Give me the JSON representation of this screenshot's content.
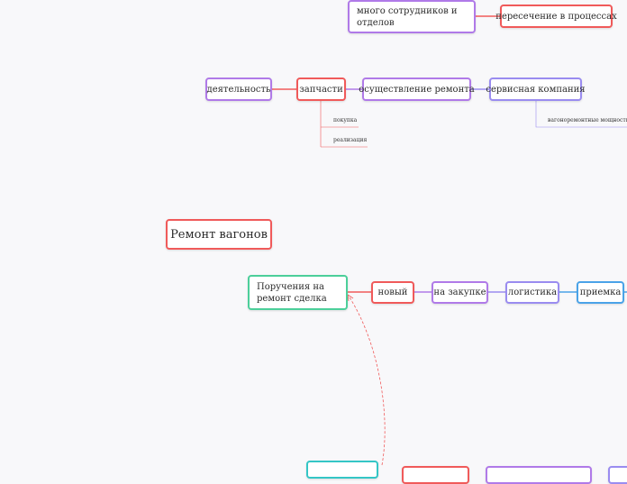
{
  "colors": {
    "red": "#f05a5a",
    "purple": "#b07ae8",
    "violet": "#9a8cf0",
    "blue": "#4aa3e8",
    "green": "#4ccf9a",
    "teal": "#34c6c6"
  },
  "nodes": {
    "staff": "много сотрудников и отделов",
    "overlap": "пересечение в процессах",
    "activity": "деятельность",
    "parts": "запчасти",
    "repair": "осуществление ремонта",
    "service": "сервисная компания",
    "central": "Ремонт вагонов",
    "orders": "Поручения на ремонт сделка",
    "new": "новый",
    "purchase": "на закупке",
    "logistics": "логистика",
    "acceptance": "приемка"
  },
  "subnodes": {
    "buy": "покупка",
    "sell": "реализация",
    "capacity": "вагоноремонтные мощности"
  }
}
